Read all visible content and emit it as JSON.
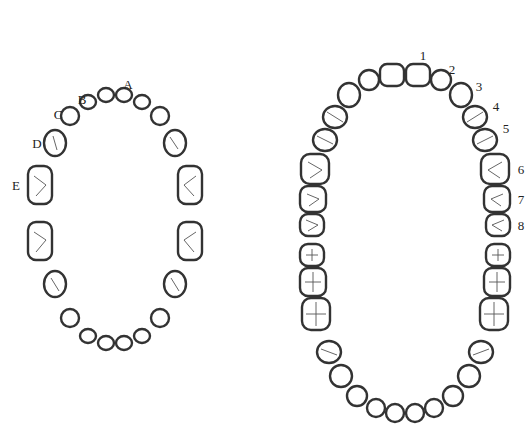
{
  "diagram": {
    "labels": [
      "A",
      "B",
      "C",
      "D",
      "E",
      "1",
      "2",
      "3",
      "4",
      "5",
      "6",
      "7",
      "8"
    ]
  }
}
